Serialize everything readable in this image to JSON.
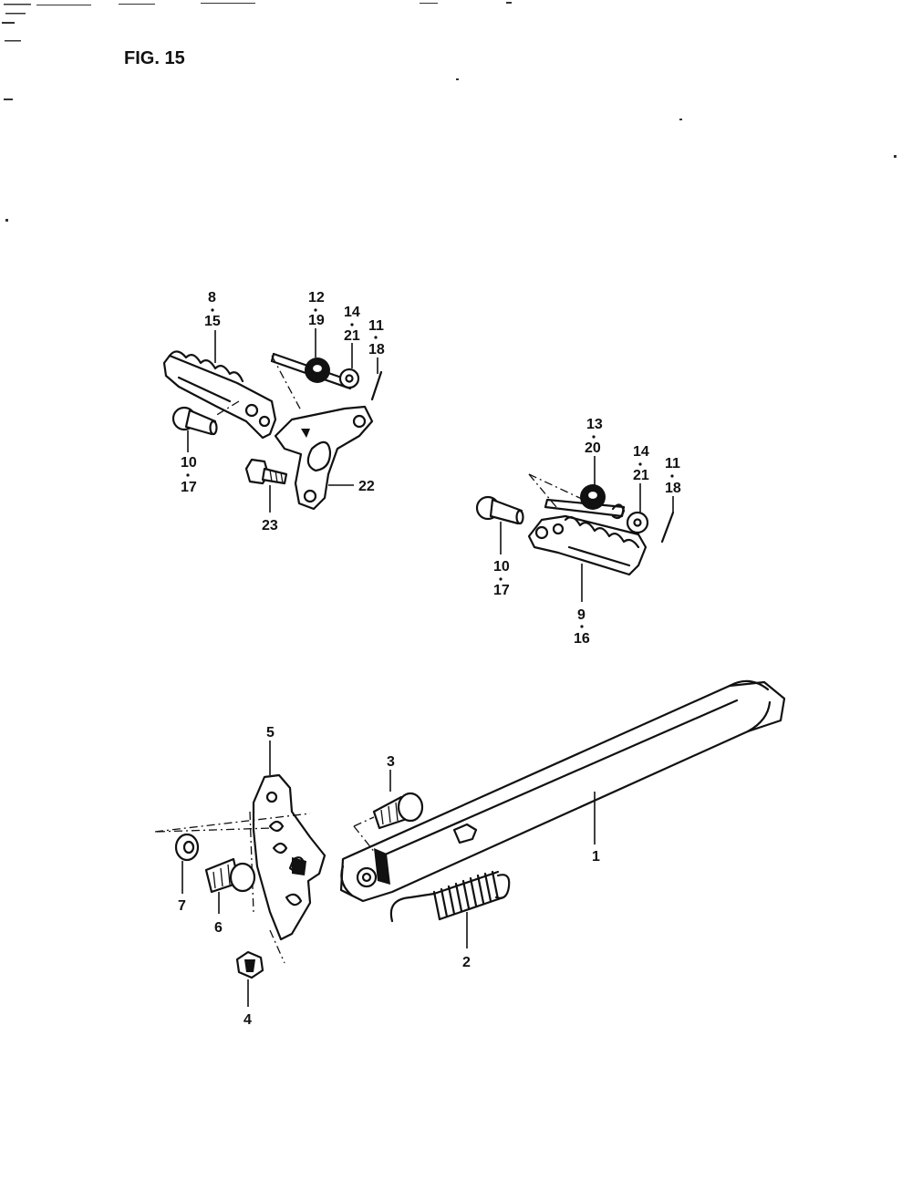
{
  "figure": {
    "title": "FIG. 15"
  },
  "callouts": [
    {
      "id": "c8-15",
      "lines": [
        "8",
        "15"
      ]
    },
    {
      "id": "c12-19",
      "lines": [
        "12",
        "19"
      ]
    },
    {
      "id": "c14-21a",
      "lines": [
        "14",
        "21"
      ]
    },
    {
      "id": "c11-18a",
      "lines": [
        "11",
        "18"
      ]
    },
    {
      "id": "c10-17a",
      "lines": [
        "10",
        "17"
      ]
    },
    {
      "id": "c22",
      "lines": [
        "22"
      ]
    },
    {
      "id": "c23",
      "lines": [
        "23"
      ]
    },
    {
      "id": "c13-20",
      "lines": [
        "13",
        "20"
      ]
    },
    {
      "id": "c14-21b",
      "lines": [
        "14",
        "21"
      ]
    },
    {
      "id": "c11-18b",
      "lines": [
        "11",
        "18"
      ]
    },
    {
      "id": "c10-17b",
      "lines": [
        "10",
        "17"
      ]
    },
    {
      "id": "c9-16",
      "lines": [
        "9",
        "16"
      ]
    },
    {
      "id": "c5",
      "lines": [
        "5"
      ]
    },
    {
      "id": "c3",
      "lines": [
        "3"
      ]
    },
    {
      "id": "c1",
      "lines": [
        "1"
      ]
    },
    {
      "id": "c7",
      "lines": [
        "7"
      ]
    },
    {
      "id": "c6",
      "lines": [
        "6"
      ]
    },
    {
      "id": "c2",
      "lines": [
        "2"
      ]
    },
    {
      "id": "c4",
      "lines": [
        "4"
      ]
    }
  ]
}
